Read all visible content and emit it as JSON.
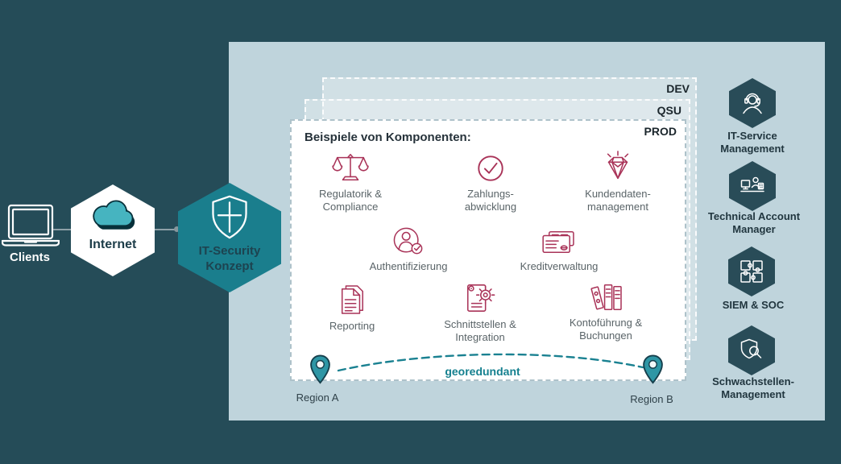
{
  "left_flow": {
    "clients_label": "Clients",
    "internet_label": "Internet",
    "security_label_lines": [
      "IT-Security",
      "Konzept"
    ]
  },
  "environments": [
    {
      "label": "DEV"
    },
    {
      "label": "QSU"
    },
    {
      "label": "PROD"
    }
  ],
  "prod_card": {
    "heading": "Beispiele von Komponenten:",
    "components": [
      {
        "icon": "scales-icon",
        "lines": [
          "Regulatorik &",
          "Compliance"
        ]
      },
      {
        "icon": "check-circle-icon",
        "lines": [
          "Zahlungs-",
          "abwicklung"
        ]
      },
      {
        "icon": "diamond-icon",
        "lines": [
          "Kundendaten-",
          "management"
        ]
      },
      {
        "icon": "user-check-icon",
        "lines": [
          "Authentifizierung"
        ]
      },
      {
        "icon": "credit-cards-icon",
        "lines": [
          "Kreditverwaltung"
        ]
      },
      {
        "icon": "report-document-icon",
        "lines": [
          "Reporting"
        ]
      },
      {
        "icon": "document-gear-icon",
        "lines": [
          "Schnittstellen &",
          "Integration"
        ]
      },
      {
        "icon": "ledger-books-icon",
        "lines": [
          "Kontoführung &",
          "Buchungen"
        ]
      }
    ],
    "georedundant_label": "georedundant",
    "region_a_label": "Region A",
    "region_b_label": "Region B"
  },
  "sidebar": {
    "items": [
      {
        "icon": "headset-agent-icon",
        "lines": [
          "IT-Service",
          "Management"
        ]
      },
      {
        "icon": "account-manager-desk-icon",
        "lines": [
          "Technical Account",
          "Manager"
        ]
      },
      {
        "icon": "puzzle-icon",
        "lines": [
          "SIEM & SOC"
        ]
      },
      {
        "icon": "shield-magnifier-icon",
        "lines": [
          "Schwachstellen-",
          "Management"
        ]
      }
    ]
  },
  "colors": {
    "background": "#254c58",
    "panel": "#bfd4dc",
    "accent_teal": "#1a7e8d",
    "icon_crimson": "#a93358",
    "geo_teal": "#15808f",
    "hex_dark": "#294c58"
  }
}
